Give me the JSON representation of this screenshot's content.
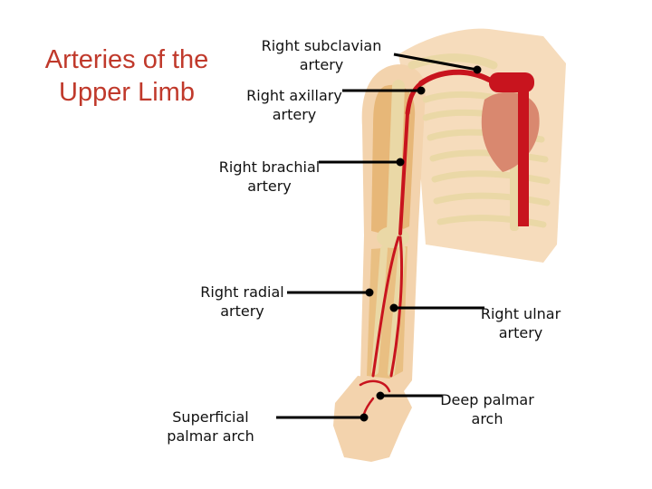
{
  "title_line1": "Arteries of the",
  "title_line2": "Upper Limb",
  "labels": {
    "subclavian": "Right subclavian\nartery",
    "axillary": "Right axillary\nartery",
    "brachial": "Right brachial\nartery",
    "radial": "Right radial\nartery",
    "ulnar": "Right ulnar\nartery",
    "superficial_arch": "Superficial\npalmar arch",
    "deep_arch": "Deep palmar\narch"
  },
  "colors": {
    "title": "#c0392b",
    "artery": "#c8141e",
    "bone": "#ead8a6",
    "muscle": "#e7b778",
    "skin": "#f3d3ad"
  }
}
